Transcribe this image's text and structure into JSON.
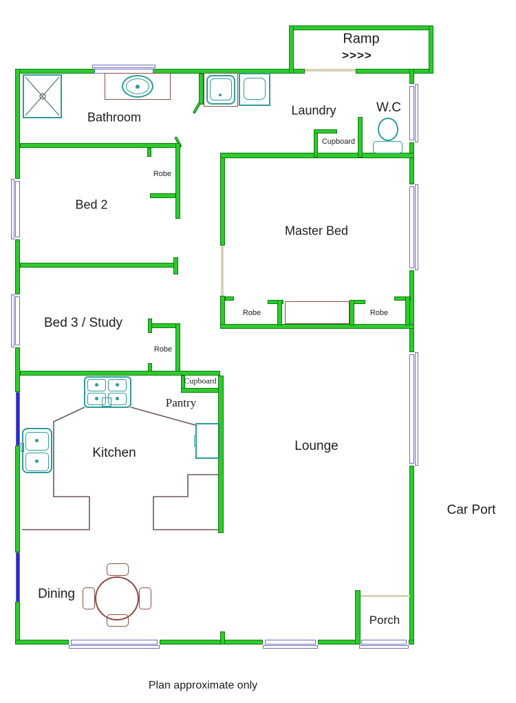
{
  "plan": {
    "ramp": {
      "label": "Ramp",
      "arrows": ">>>>"
    },
    "rooms": {
      "bathroom": "Bathroom",
      "laundry": "Laundry",
      "wc": "W.C",
      "bed2": "Bed 2",
      "master_bed": "Master Bed",
      "bed3": "Bed 3 / Study",
      "pantry": "Pantry",
      "kitchen": "Kitchen",
      "lounge": "Lounge",
      "dining": "Dining",
      "porch": "Porch",
      "car_port": "Car Port"
    },
    "storage": {
      "robe_bed2": "Robe",
      "robe_master_left": "Robe",
      "robe_master_right": "Robe",
      "robe_bed3": "Robe",
      "cupboard_laundry": "Cupboard",
      "cupboard_kitchen": "Cupboard"
    },
    "footer_note": "Plan approximate only",
    "colors": {
      "wall_fill": "#2eca2e",
      "wall_edge": "#0e7a0e",
      "window_frame": "#6b6bc4",
      "window_solid": "#2a2ac8",
      "fixture_teal": "#2e9a9a",
      "furniture_red": "#8b4a42",
      "counter_line": "#6e5555",
      "opening_tan": "#d9d3b5",
      "text": "#1d1d1d"
    }
  }
}
